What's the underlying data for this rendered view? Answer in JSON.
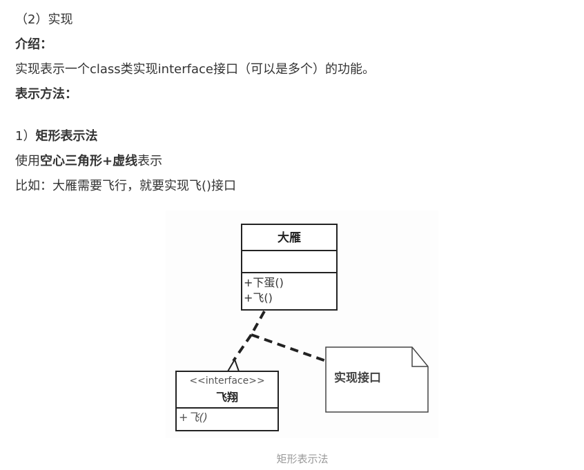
{
  "section_title": "（2）实现",
  "intro_label": "介绍：",
  "intro_text": "实现表示一个class类实现interface接口（可以是多个）的功能。",
  "method_label": "表示方法：",
  "method1": {
    "prefix": "1）",
    "title": "矩形表示法"
  },
  "usage": {
    "prefix": "使用",
    "bold": "空心三角形+虚线",
    "suffix": "表示"
  },
  "example": "比如：大雁需要飞行，就要实现飞()接口",
  "diagram": {
    "class_box": {
      "name": "大雁",
      "methods": [
        "+下蛋()",
        "+飞()"
      ]
    },
    "interface_box": {
      "stereotype": "<<interface>>",
      "name": "飞翔",
      "methods": [
        "+飞()"
      ]
    },
    "note": "实现接口"
  },
  "caption": "矩形表示法"
}
